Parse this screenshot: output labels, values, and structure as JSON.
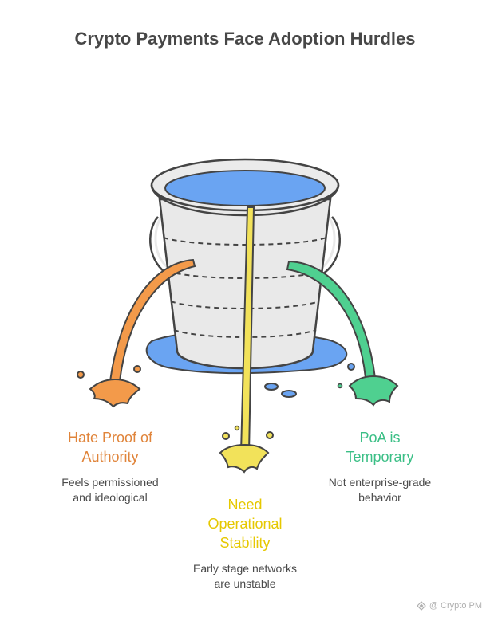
{
  "title": "Crypto Payments Face Adoption Hurdles",
  "items": [
    {
      "label_line1": "Hate Proof of",
      "label_line2": "Authority",
      "desc_line1": "Feels permissioned",
      "desc_line2": "and ideological",
      "color": "#e0843a"
    },
    {
      "label_line1": "Need",
      "label_line2": "Operational",
      "label_line3": "Stability",
      "desc_line1": "Early stage networks",
      "desc_line2": "are unstable",
      "color": "#f2d400"
    },
    {
      "label_line1": "PoA is",
      "label_line2": "Temporary",
      "desc_line1": "Not enterprise-grade",
      "desc_line2": "behavior",
      "color": "#3bbf86"
    }
  ],
  "watermark": "@ Crypto PM",
  "icons": {
    "bucket": "bucket-icon",
    "watermark": "logo-icon"
  },
  "colors": {
    "water": "#6aa4f2",
    "bucket": "#e9e9e9",
    "outline": "#444444"
  }
}
